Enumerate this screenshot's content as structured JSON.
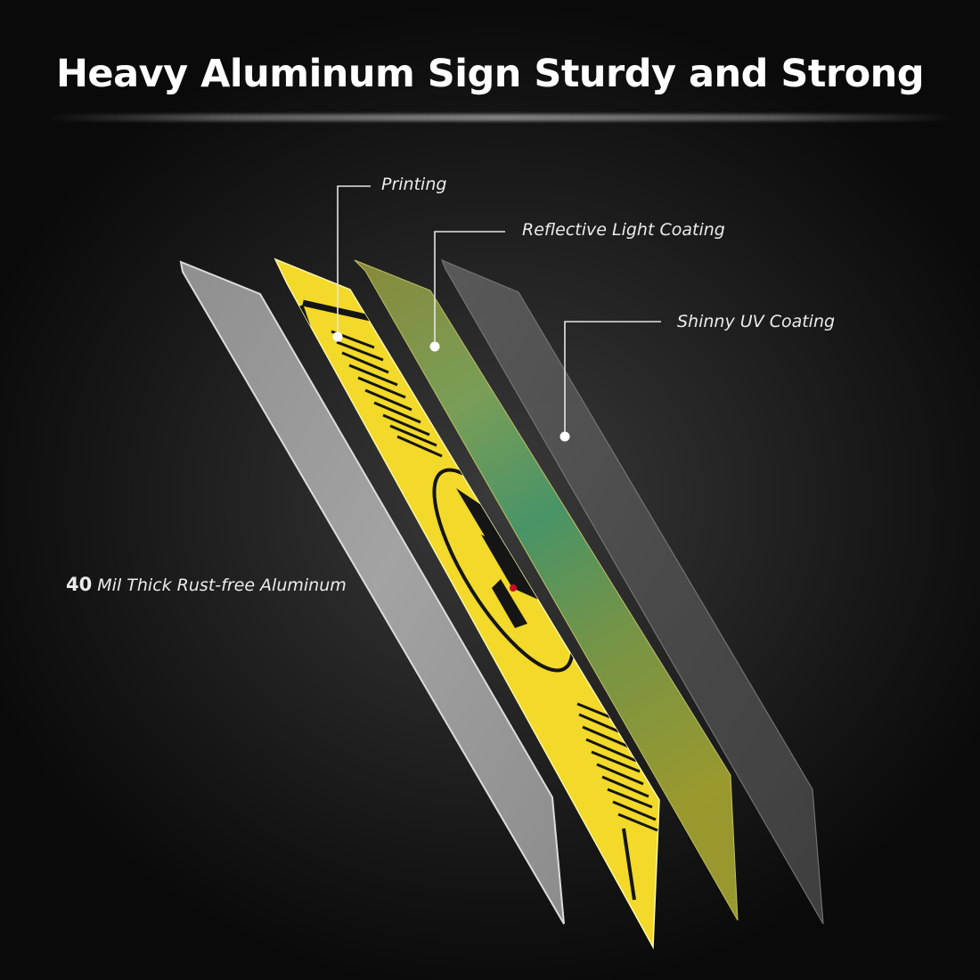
{
  "title": "Heavy Aluminum Sign Sturdy and Strong",
  "layers": [
    {
      "name": "aluminum",
      "label_number": "40",
      "label_text": "Mil Thick  Rust-free Aluminum",
      "color": "#9a9a9a"
    },
    {
      "name": "printing",
      "label": "Printing",
      "color": "#f2d92a"
    },
    {
      "name": "reflective",
      "label": "Reflective Light Coating",
      "color": "#4f9a68"
    },
    {
      "name": "uv",
      "label": "Shinny UV Coating",
      "color": "#5a5a5a"
    }
  ],
  "colors": {
    "callout_line": "#e6e6e6",
    "text": "#ececec",
    "print_ink": "#151515"
  }
}
